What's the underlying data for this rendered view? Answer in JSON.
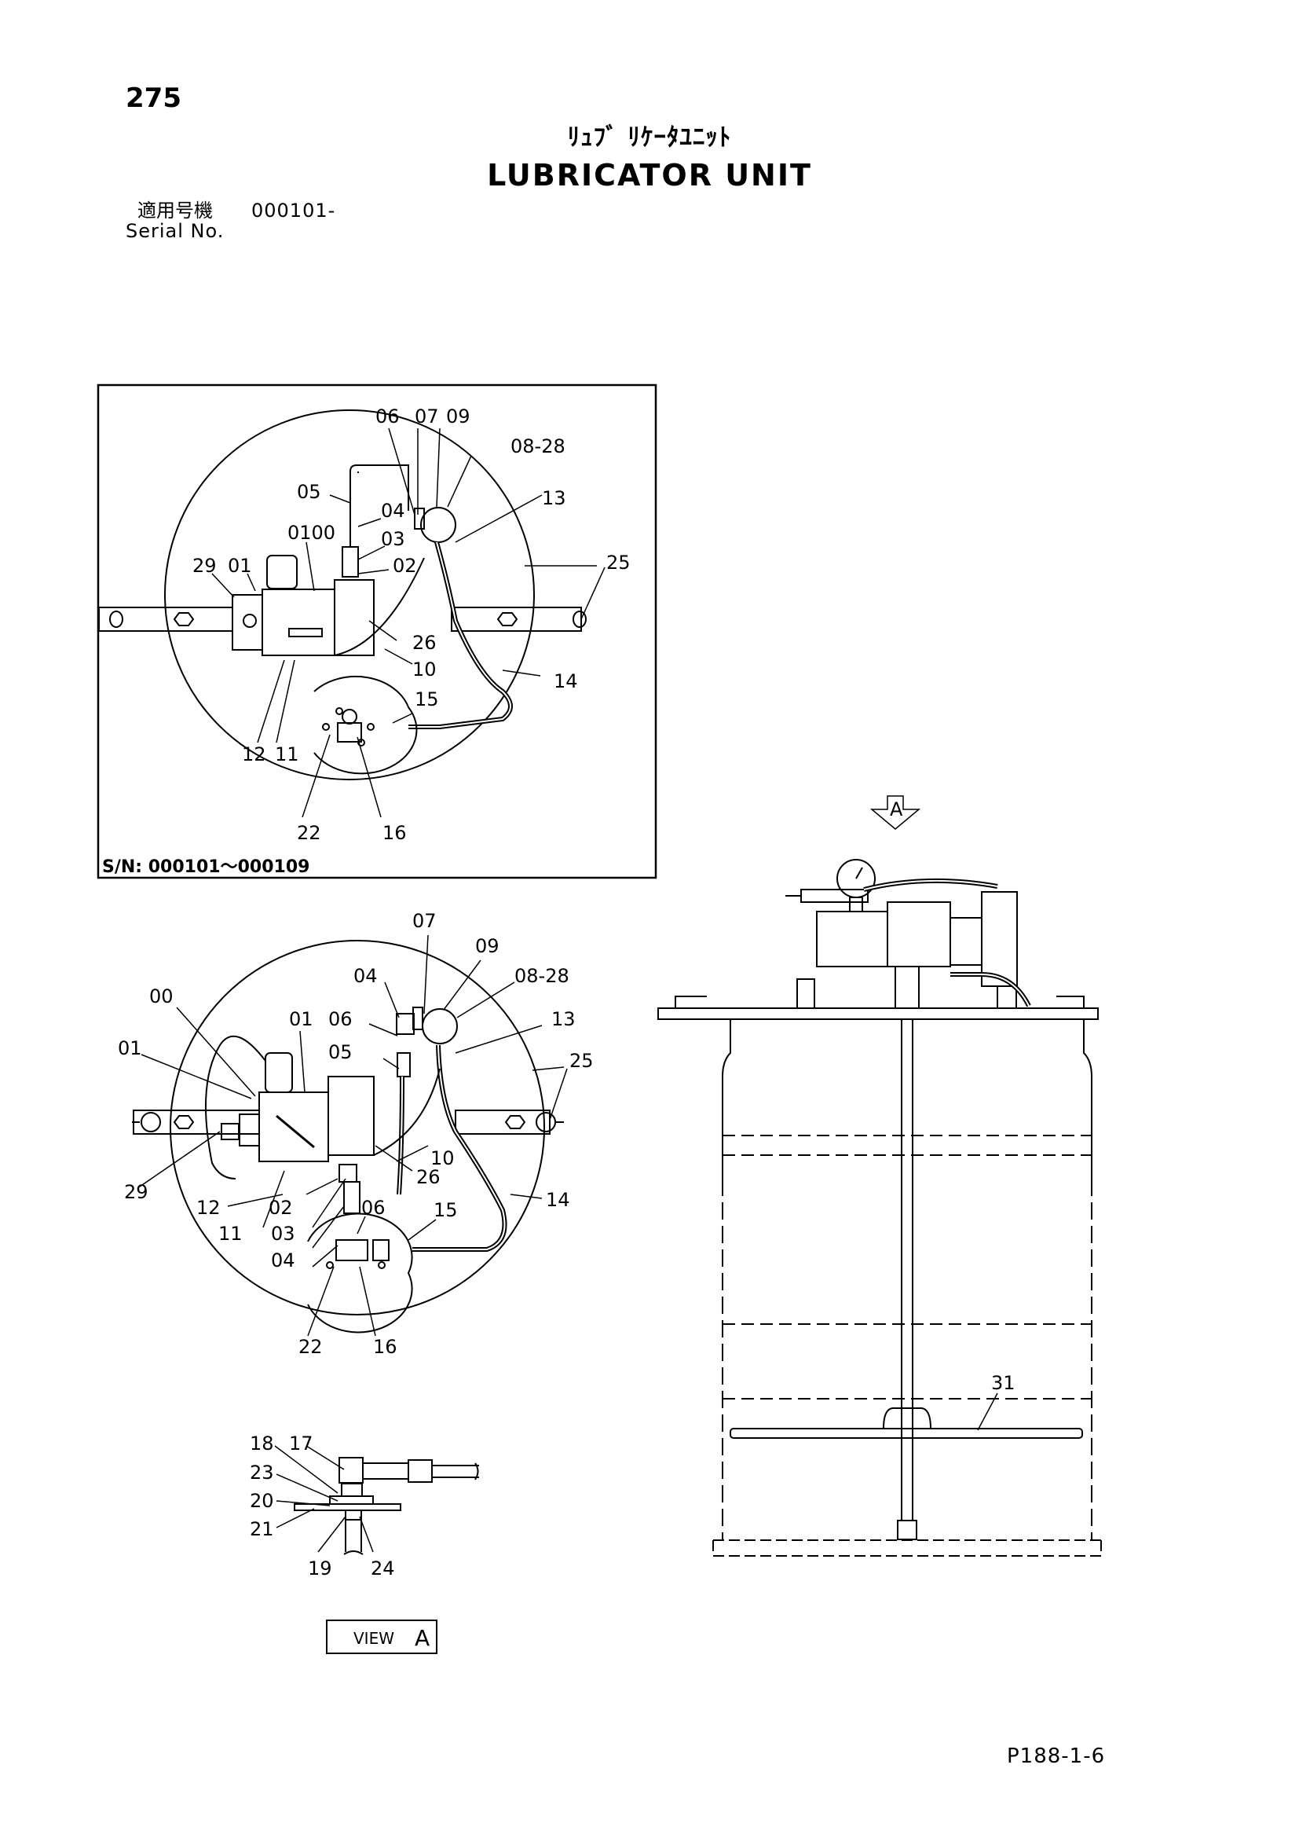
{
  "header": {
    "page_number": "275",
    "title_jp": "ﾘｭﾌﾞ ﾘｹｰﾀﾕﾆｯﾄ",
    "title_en": "LUBRICATOR UNIT",
    "serial_label_jp": "適用号機",
    "serial_value": "000101-",
    "serial_label_en": "Serial No."
  },
  "inset": {
    "caption": "S/N: 000101～000109",
    "labels": {
      "l06": "06",
      "l07": "07",
      "l09": "09",
      "l0828": "08-28",
      "l05": "05",
      "l13": "13",
      "l04": "04",
      "l0100": "0100",
      "l03": "03",
      "l29": "29",
      "l01": "01",
      "l02": "02",
      "l25": "25",
      "l26": "26",
      "l10": "10",
      "l14": "14",
      "l15": "15",
      "l12": "12",
      "l11": "11",
      "l22": "22",
      "l16": "16"
    }
  },
  "main_view": {
    "labels": {
      "l07": "07",
      "l09": "09",
      "l04": "04",
      "l0828": "08-28",
      "l00": "00",
      "l01a": "01",
      "l06a": "06",
      "l13": "13",
      "l01b": "01",
      "l05": "05",
      "l25": "25",
      "l10": "10",
      "l26": "26",
      "l29": "29",
      "l14": "14",
      "l12": "12",
      "l02": "02",
      "l06b": "06",
      "l15": "15",
      "l11": "11",
      "l03": "03",
      "l04b": "04",
      "l22": "22",
      "l16": "16"
    }
  },
  "detail_view": {
    "labels": {
      "l18": "18",
      "l17": "17",
      "l23": "23",
      "l20": "20",
      "l21": "21",
      "l19": "19",
      "l24": "24"
    },
    "view_label": "VIEW",
    "view_letter": "A"
  },
  "drum_view": {
    "arrow_letter": "A",
    "l31": "31"
  },
  "footer": {
    "page_code": "P188-1-6"
  }
}
